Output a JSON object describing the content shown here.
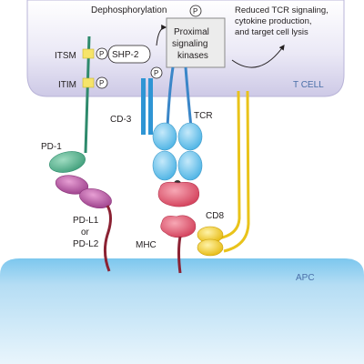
{
  "labels": {
    "dephosphorylation": "Dephosphorylation",
    "kinases_line1": "Proximal",
    "kinases_line2": "signaling",
    "kinases_line3": "kinases",
    "outcome_line1": "Reduced TCR signaling,",
    "outcome_line2": "cytokine production,",
    "outcome_line3": "and target cell lysis",
    "itsm": "ITSM",
    "itim": "ITIM",
    "shp2": "SHP-2",
    "phospho": "P",
    "tcell": "T CELL",
    "cd3": "CD-3",
    "tcr": "TCR",
    "pd1": "PD-1",
    "pdl_line1": "PD-L1",
    "pdl_line2": "or",
    "pdl_line3": "PD-L2",
    "cd8": "CD8",
    "mhc": "MHC",
    "apc": "APC"
  },
  "colors": {
    "t_cell": "#d7d4ec",
    "apc": "#9fd3f0",
    "pd1": "#4fae8a",
    "pdl": "#b4509e",
    "tail": "#8b2233",
    "tcr": "#6ec2ea",
    "cd3": "#2f95d4",
    "mhc": "#e0546c",
    "cd8": "#f4cd1a",
    "motif": "#f6e46a"
  }
}
